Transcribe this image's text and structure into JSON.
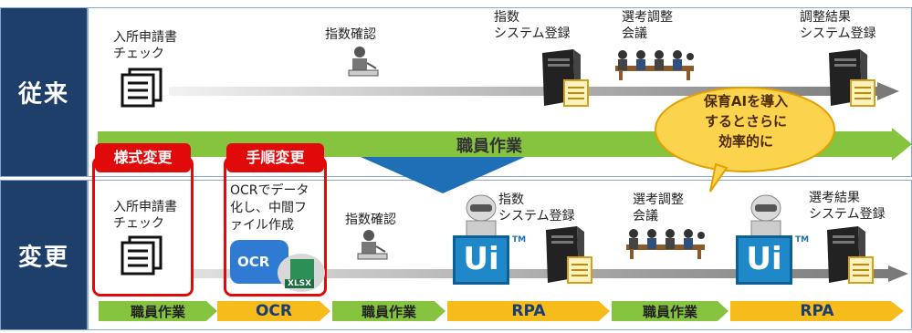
{
  "rows": {
    "before": "従来",
    "after": "変更"
  },
  "before": {
    "steps": [
      "入所申請書\nチェック",
      "指数確認",
      "指数\nシステム登録",
      "選考調整\n会議",
      "調整結果\nシステム登録"
    ],
    "staff_bar": "職員作業"
  },
  "after": {
    "badges": {
      "format": "様式変更",
      "procedure": "手順変更"
    },
    "steps": [
      "入所申請書\nチェック",
      "OCRでデータ\n化し、中間フ\nァイル作成",
      "指数確認",
      "指数\nシステム登録",
      "選考調整\n会議",
      "選考結果\nシステム登録"
    ],
    "ocr_tile": "OCR",
    "xlsx_tag": "XLSX",
    "ui_logo": "Ui",
    "tm": "TM",
    "lanes": [
      "職員作業",
      "OCR",
      "職員作業",
      "RPA",
      "職員作業",
      "RPA"
    ]
  },
  "callout": "保育AIを導入\nするとさらに\n効率的に",
  "colors": {
    "navy": "#1f3f6b",
    "green": "#86c440",
    "orange": "#f6bc1c",
    "red": "#e00a0a",
    "gray": "#a8a8a8",
    "ui_blue": "#1e88c8",
    "callout": "#fcd34d"
  }
}
